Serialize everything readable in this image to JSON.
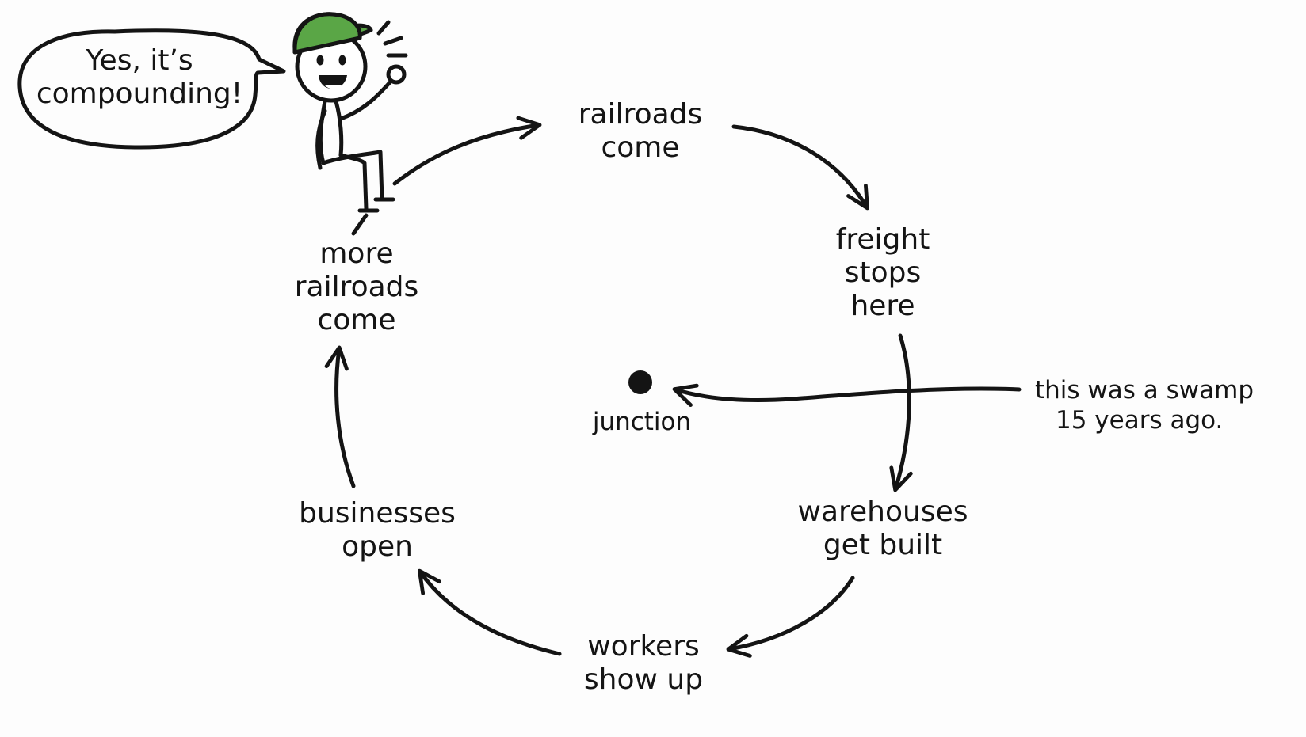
{
  "speech_bubble": {
    "line1": "Yes, it’s",
    "line2": "compounding!"
  },
  "nodes": {
    "railroads_come": [
      "railroads",
      "come"
    ],
    "freight_stops_here": [
      "freight",
      "stops",
      "here"
    ],
    "warehouses_get_built": [
      "warehouses",
      "get built"
    ],
    "workers_show_up": [
      "workers",
      "show up"
    ],
    "businesses_open": [
      "businesses",
      "open"
    ],
    "more_railroads_come": [
      "more",
      "railroads",
      "come"
    ]
  },
  "center": {
    "label": "junction"
  },
  "annotation": {
    "line1": "this was a swamp",
    "line2": "15 years ago."
  },
  "colors": {
    "ink": "#141414",
    "cap_green": "#5aa646",
    "background": "#fdfdfd"
  }
}
